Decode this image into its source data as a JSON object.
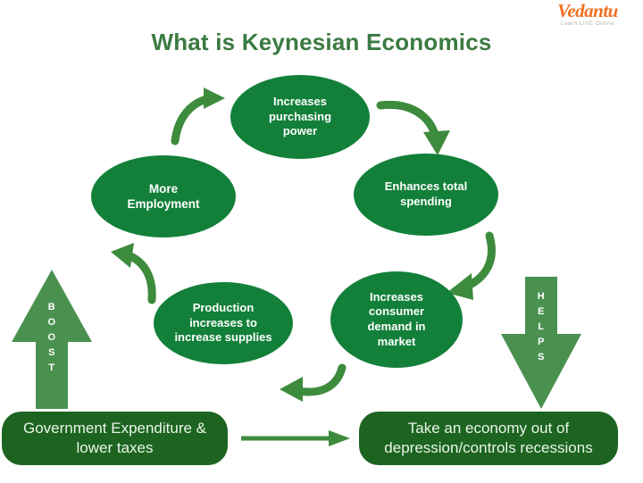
{
  "page": {
    "title": "What is Keynesian Economics",
    "background_color": "#ffffff",
    "title_color": "#3b7a42",
    "node_color": "#13803a",
    "arrow_color": "#3d8b3d",
    "pill_color": "#1d6420"
  },
  "logo": {
    "brand": "Vedantu",
    "tagline": "Learn LIVE Online",
    "brand_color": "#f07022",
    "tagline_color": "#b7b0aa"
  },
  "cycle": {
    "nodes": [
      {
        "id": "purchasing",
        "lines": [
          "Increases",
          "purchasing",
          "power"
        ]
      },
      {
        "id": "spending",
        "lines": [
          "Enhances total",
          "spending"
        ]
      },
      {
        "id": "demand",
        "lines": [
          "Increases",
          "consumer",
          "demand in",
          "market"
        ]
      },
      {
        "id": "production",
        "lines": [
          "Production",
          "increases to",
          "increase supplies"
        ]
      },
      {
        "id": "employment",
        "lines": [
          "More",
          "Employment"
        ]
      }
    ],
    "arrows": [
      {
        "id": "employment-to-purchasing",
        "direction": "up-right"
      },
      {
        "id": "purchasing-to-spending",
        "direction": "down-right"
      },
      {
        "id": "spending-to-demand",
        "direction": "down-left"
      },
      {
        "id": "demand-to-production",
        "direction": "left"
      },
      {
        "id": "production-to-employment",
        "direction": "up-left"
      }
    ]
  },
  "block_arrows": [
    {
      "id": "boost",
      "label": "BOOST",
      "letters": [
        "B",
        "O",
        "O",
        "S",
        "T"
      ],
      "direction": "up"
    },
    {
      "id": "helps",
      "label": "HELPS",
      "letters": [
        "H",
        "E",
        "L",
        "P",
        "S"
      ],
      "direction": "down"
    }
  ],
  "pills": {
    "left": {
      "lines": [
        "Government Expenditure &",
        "lower taxes"
      ]
    },
    "right": {
      "lines": [
        "Take an economy out of",
        "depression/controls recessions"
      ]
    }
  },
  "connector": {
    "id": "left-to-right",
    "direction": "right"
  }
}
